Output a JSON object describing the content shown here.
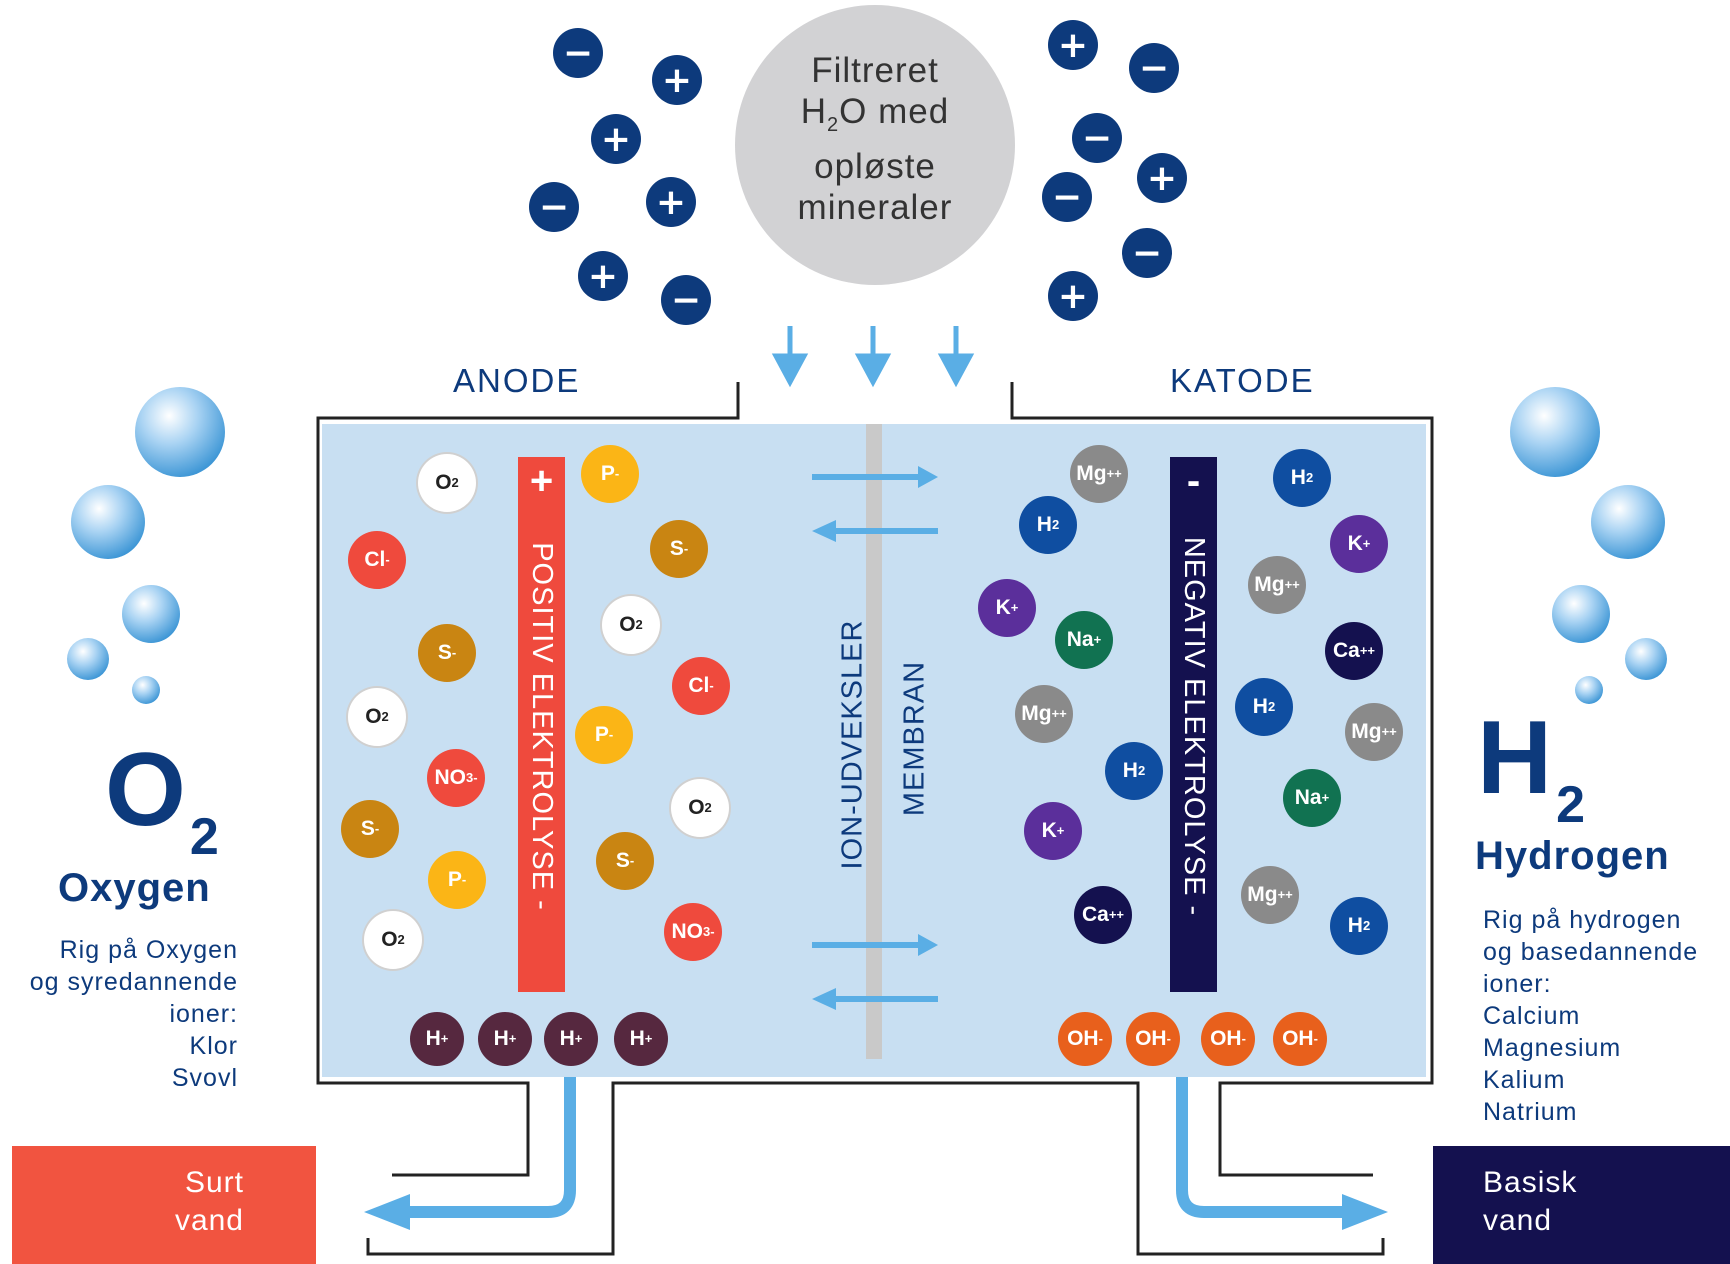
{
  "source": {
    "text_line1": "Filtreret",
    "h2o_prefix": "H",
    "h2o_sub": "2",
    "h2o_suffix": "O med",
    "text_line3": "opløste",
    "text_line4": "mineraler"
  },
  "anode_label": "ANODE",
  "katode_label": "KATODE",
  "positive_bar": {
    "sign": "+",
    "label": "POSITIV ELEKTROLYSE -"
  },
  "negative_bar": {
    "sign": "-",
    "label": "NEGATIV ELEKTROLYSE -"
  },
  "membrane": {
    "label1": "ION-UDVEKSLER",
    "label2": "MEMBRAN"
  },
  "left_ions": [
    {
      "base": "O",
      "sub": "2",
      "sup": "",
      "color": "#ffffff",
      "text_color": "#222222"
    },
    {
      "base": "Cl",
      "sub": "",
      "sup": "-",
      "color": "#ef4a3d",
      "text_color": "#ffffff"
    },
    {
      "base": "S",
      "sub": "",
      "sup": "-",
      "color": "#c98512",
      "text_color": "#ffffff"
    },
    {
      "base": "O",
      "sub": "2",
      "sup": "",
      "color": "#ffffff",
      "text_color": "#222222"
    },
    {
      "base": "NO",
      "sub": "3",
      "sup": "-",
      "color": "#ef4a3d",
      "text_color": "#ffffff"
    },
    {
      "base": "S",
      "sub": "",
      "sup": "-",
      "color": "#c98512",
      "text_color": "#ffffff"
    },
    {
      "base": "P",
      "sub": "",
      "sup": "-",
      "color": "#fbb516",
      "text_color": "#ffffff"
    },
    {
      "base": "O",
      "sub": "2",
      "sup": "",
      "color": "#ffffff",
      "text_color": "#222222"
    },
    {
      "base": "P",
      "sub": "",
      "sup": "-",
      "color": "#fbb516",
      "text_color": "#ffffff"
    },
    {
      "base": "S",
      "sub": "",
      "sup": "-",
      "color": "#c98512",
      "text_color": "#ffffff"
    },
    {
      "base": "O",
      "sub": "2",
      "sup": "",
      "color": "#ffffff",
      "text_color": "#222222"
    },
    {
      "base": "Cl",
      "sub": "",
      "sup": "-",
      "color": "#ef4a3d",
      "text_color": "#ffffff"
    },
    {
      "base": "P",
      "sub": "",
      "sup": "-",
      "color": "#fbb516",
      "text_color": "#ffffff"
    },
    {
      "base": "O",
      "sub": "2",
      "sup": "",
      "color": "#ffffff",
      "text_color": "#222222"
    },
    {
      "base": "S",
      "sub": "",
      "sup": "-",
      "color": "#c98512",
      "text_color": "#ffffff"
    },
    {
      "base": "NO",
      "sub": "3",
      "sup": "-",
      "color": "#ef4a3d",
      "text_color": "#ffffff"
    }
  ],
  "right_ions": [
    {
      "base": "Mg",
      "sub": "",
      "sup": "++",
      "color": "#8a8a8a",
      "text_color": "#ffffff"
    },
    {
      "base": "H",
      "sub": "2",
      "sup": "",
      "color": "#0f4ea1",
      "text_color": "#ffffff"
    },
    {
      "base": "K",
      "sub": "",
      "sup": "+",
      "color": "#5b2f9b",
      "text_color": "#ffffff"
    },
    {
      "base": "Na",
      "sub": "",
      "sup": "+",
      "color": "#117251",
      "text_color": "#ffffff"
    },
    {
      "base": "Mg",
      "sub": "",
      "sup": "++",
      "color": "#8a8a8a",
      "text_color": "#ffffff"
    },
    {
      "base": "H",
      "sub": "2",
      "sup": "",
      "color": "#0f4ea1",
      "text_color": "#ffffff"
    },
    {
      "base": "K",
      "sub": "",
      "sup": "+",
      "color": "#5b2f9b",
      "text_color": "#ffffff"
    },
    {
      "base": "Ca",
      "sub": "",
      "sup": "++",
      "color": "#14114f",
      "text_color": "#ffffff"
    },
    {
      "base": "H",
      "sub": "2",
      "sup": "",
      "color": "#0f4ea1",
      "text_color": "#ffffff"
    },
    {
      "base": "K",
      "sub": "",
      "sup": "+",
      "color": "#5b2f9b",
      "text_color": "#ffffff"
    },
    {
      "base": "Mg",
      "sub": "",
      "sup": "++",
      "color": "#8a8a8a",
      "text_color": "#ffffff"
    },
    {
      "base": "Ca",
      "sub": "",
      "sup": "++",
      "color": "#14114f",
      "text_color": "#ffffff"
    },
    {
      "base": "H",
      "sub": "2",
      "sup": "",
      "color": "#0f4ea1",
      "text_color": "#ffffff"
    },
    {
      "base": "Mg",
      "sub": "",
      "sup": "++",
      "color": "#8a8a8a",
      "text_color": "#ffffff"
    },
    {
      "base": "Na",
      "sub": "",
      "sup": "+",
      "color": "#117251",
      "text_color": "#ffffff"
    },
    {
      "base": "Mg",
      "sub": "",
      "sup": "++",
      "color": "#8a8a8a",
      "text_color": "#ffffff"
    },
    {
      "base": "H",
      "sub": "2",
      "sup": "",
      "color": "#0f4ea1",
      "text_color": "#ffffff"
    }
  ],
  "h_ions": {
    "base": "H",
    "sup": "+",
    "color": "#56283f"
  },
  "oh_ions": {
    "base": "OH",
    "sup": "-",
    "color": "#e8601c"
  },
  "oxygen": {
    "symbol": "O",
    "sub": "2",
    "name": "Oxygen",
    "desc": [
      "Rig på Oxygen",
      "og syredannende",
      "ioner:",
      "Klor",
      "Svovl"
    ]
  },
  "hydrogen": {
    "symbol": "H",
    "sub": "2",
    "name": "Hydrogen",
    "desc": [
      "Rig på hydrogen",
      "og basedannende",
      "ioner:",
      "Calcium",
      "Magnesium",
      "Kalium",
      "Natrium"
    ]
  },
  "acid_box": {
    "line1": "Surt",
    "line2": "vand",
    "color": "#f15440"
  },
  "base_box": {
    "line1": "Basisk",
    "line2": "vand",
    "color": "#14114f"
  },
  "colors": {
    "navy": "#0d3a7c",
    "chamber": "#c8dff2",
    "arrow": "#5aaee5",
    "membrane": "#c9c9c9",
    "positive_bar": "#ef4a3d",
    "negative_bar": "#14114f",
    "source_circle": "#d2d2d4"
  },
  "charge_signs": {
    "plus": "+",
    "minus": "−"
  }
}
